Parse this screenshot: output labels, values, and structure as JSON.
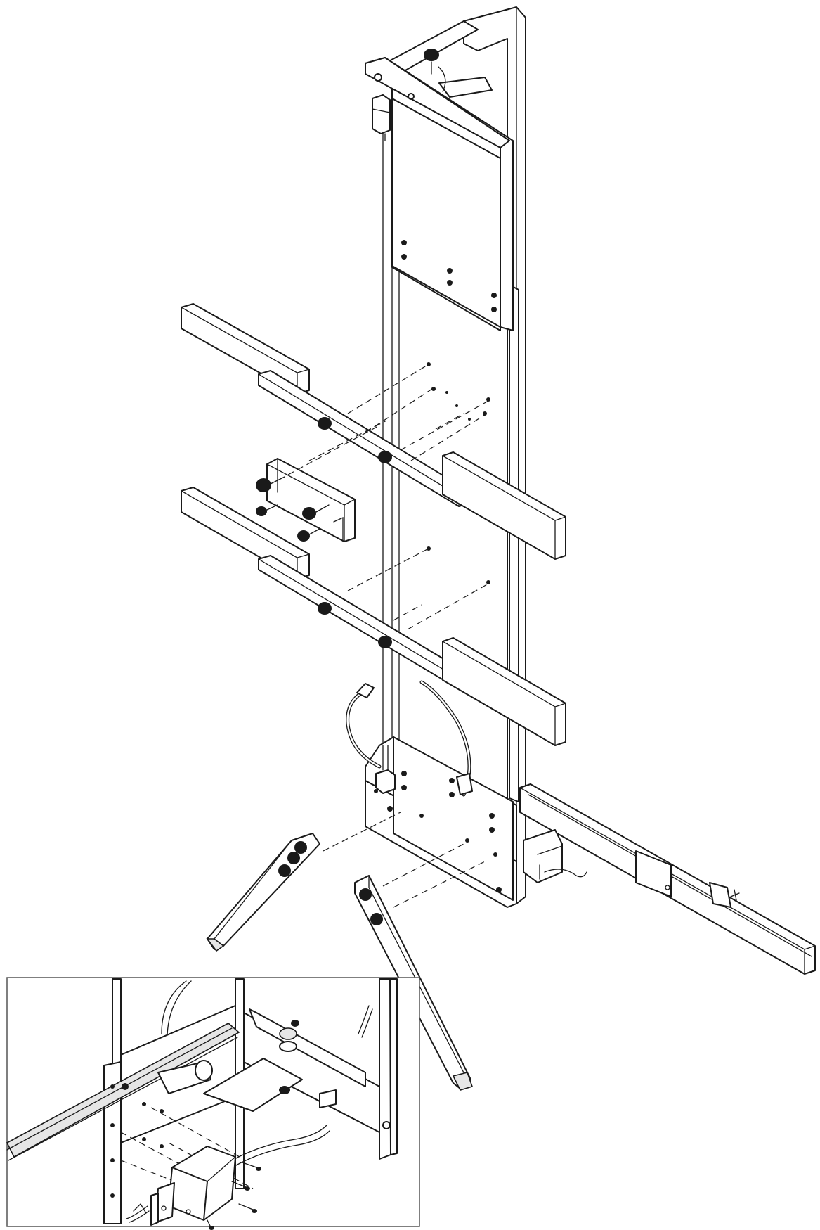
{
  "diagram": {
    "kind": "exploded-assembly-line-drawing",
    "colors": {
      "line": "#1a1a1a",
      "background": "#ffffff",
      "shade": "#e6e6e6"
    },
    "parts": [
      "vertical-frame",
      "upper-carriage-plate",
      "top-knob",
      "upper-crossbar",
      "clamp-bracket",
      "lower-crossbar",
      "lower-carriage-plate",
      "left-leg",
      "right-leg",
      "base-rail",
      "motor-detail-inset"
    ]
  }
}
